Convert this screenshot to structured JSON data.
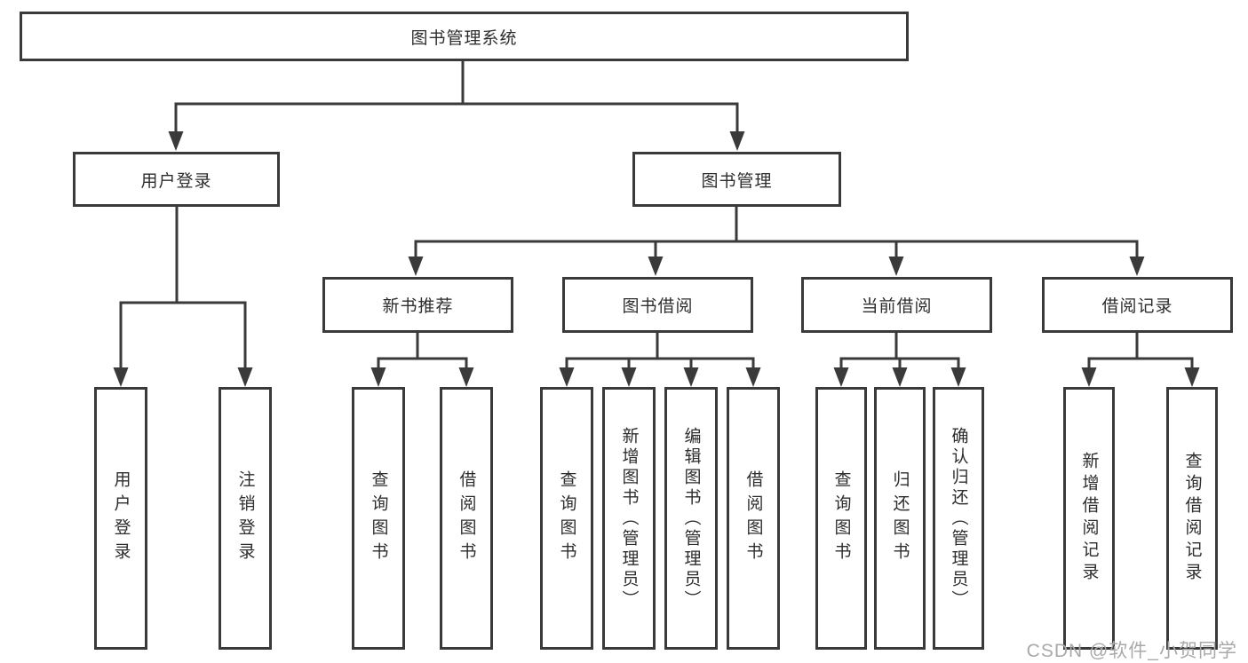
{
  "tree": {
    "root": {
      "label": "图书管理系统",
      "children": [
        {
          "label": "用户登录",
          "children": [
            {
              "label": "用户登录"
            },
            {
              "label": "注销登录"
            }
          ]
        },
        {
          "label": "图书管理",
          "children": [
            {
              "label": "新书推荐",
              "children": [
                {
                  "label": "查询图书"
                },
                {
                  "label": "借阅图书"
                }
              ]
            },
            {
              "label": "图书借阅",
              "children": [
                {
                  "label": "查询图书"
                },
                {
                  "label": "新增图书（管理员）"
                },
                {
                  "label": "编辑图书（管理员）"
                },
                {
                  "label": "借阅图书"
                }
              ]
            },
            {
              "label": "当前借阅",
              "children": [
                {
                  "label": "查询图书"
                },
                {
                  "label": "归还图书"
                },
                {
                  "label": "确认归还（管理员）"
                }
              ]
            },
            {
              "label": "借阅记录",
              "children": [
                {
                  "label": "新增借阅记录"
                },
                {
                  "label": "查询借阅记录"
                }
              ]
            }
          ]
        }
      ]
    }
  },
  "watermark": {
    "text": "CSDN @软件_小贺同学"
  },
  "colors": {
    "line": "#3a3a3a",
    "box_border": "#3a3a3a",
    "text": "#2d2d2d",
    "background": "#ffffff",
    "watermark": "#a9a9a9"
  }
}
